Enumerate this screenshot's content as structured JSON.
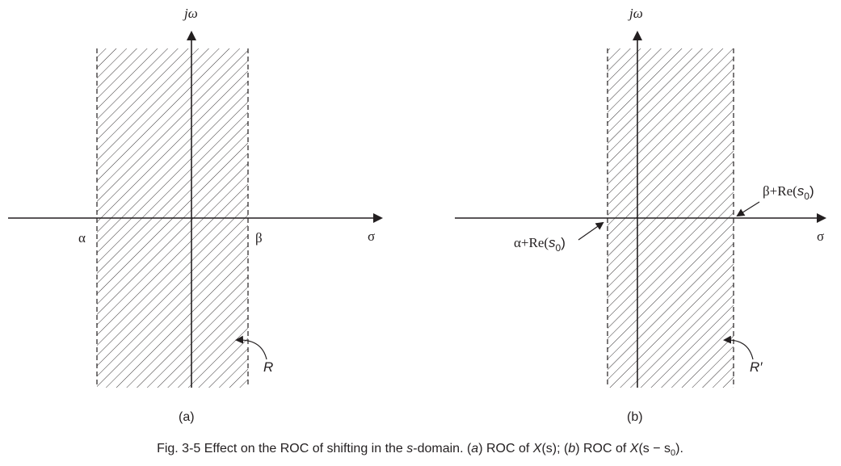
{
  "panel_a": {
    "vertical_axis_label": "jω",
    "horizontal_axis_label": "σ",
    "left_bound_label": "α",
    "right_bound_label": "β",
    "region_label": "R",
    "panel_label": "(a)"
  },
  "panel_b": {
    "vertical_axis_label": "jω",
    "horizontal_axis_label": "σ",
    "left_bound_label_prefix": "α+Re(",
    "left_bound_label_var": "s",
    "left_bound_label_sub": "0",
    "left_bound_label_suffix": ")",
    "right_bound_label_prefix": "β+Re(",
    "right_bound_label_var": "s",
    "right_bound_label_sub": "0",
    "right_bound_label_suffix": ")",
    "region_label": "R′",
    "panel_label": "(b)"
  },
  "caption": {
    "t1": "Fig. 3-5  Effect on the ROC of shifting in the ",
    "t2": "s",
    "t3": "-domain. (",
    "t4": "a",
    "t5": ") ROC of ",
    "t6": "X",
    "t7": "(s); (",
    "t8": "b",
    "t9": ") ROC of ",
    "t10": "X",
    "t11": "(s − s",
    "t12": "0",
    "t13": ")."
  }
}
